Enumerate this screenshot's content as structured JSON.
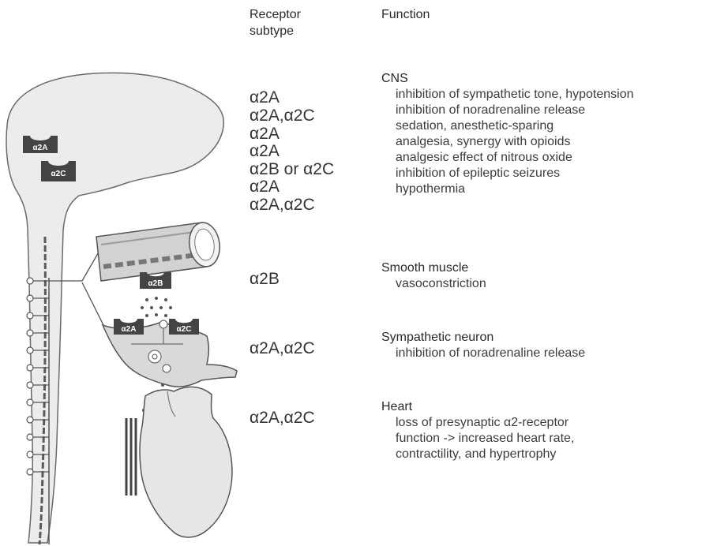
{
  "headers": {
    "receptor_line1": "Receptor",
    "receptor_line2": "subtype",
    "function": "Function"
  },
  "body_labels": [
    "α2A",
    "α2C",
    "α2B",
    "α2A",
    "α2C"
  ],
  "subtypes": [
    "α2A",
    "α2A,α2C",
    "α2A",
    "α2A",
    "α2B or α2C",
    "α2A",
    "α2A,α2C",
    "α2B",
    "α2A,α2C",
    "α2A,α2C"
  ],
  "sections": [
    {
      "title": "CNS",
      "functions": [
        "inhibition of sympathetic tone, hypotension",
        "inhibition of noradrenaline release",
        "sedation, anesthetic-sparing",
        "analgesia, synergy with opioids",
        "analgesic effect of nitrous oxide",
        "inhibition of epileptic seizures",
        "hypothermia"
      ]
    },
    {
      "title": "Smooth muscle",
      "functions": [
        "vasoconstriction"
      ]
    },
    {
      "title": "Sympathetic neuron",
      "functions": [
        "inhibition of noradrenaline release"
      ]
    },
    {
      "title": "Heart",
      "functions": [
        "loss of presynaptic α2-receptor",
        "function -> increased heart rate,",
        "contractility, and hypertrophy"
      ]
    }
  ]
}
